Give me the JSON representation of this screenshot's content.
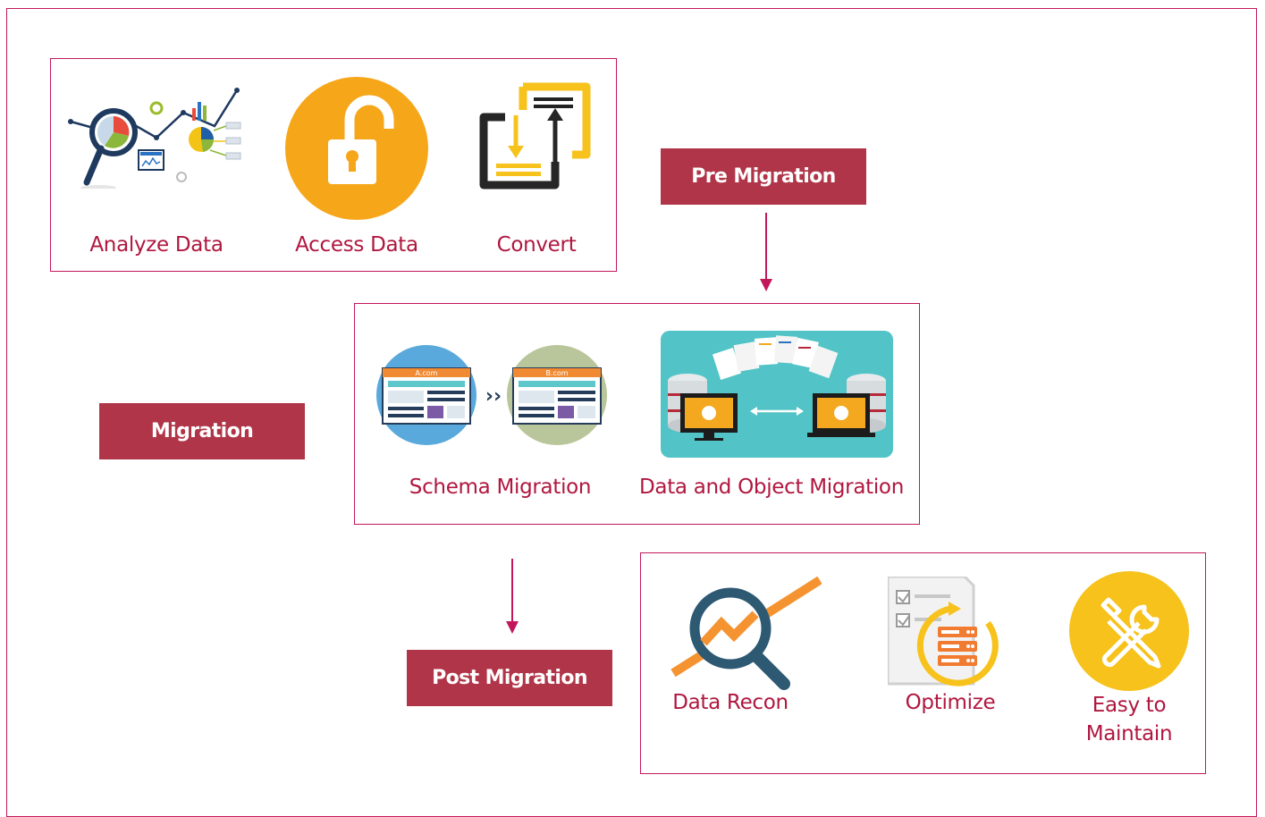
{
  "colors": {
    "accent": "#c2185b",
    "stage_fill": "#b03548",
    "label_text": "#b0173f"
  },
  "stages": {
    "pre_migration": "Pre Migration",
    "migration": "Migration",
    "post_migration": "Post Migration"
  },
  "pre_items": [
    {
      "label": "Analyze Data",
      "icon": "analyze-data-icon"
    },
    {
      "label": "Access Data",
      "icon": "unlock-padlock-icon"
    },
    {
      "label": "Convert",
      "icon": "convert-icon"
    }
  ],
  "migration_items": [
    {
      "label": "Schema Migration",
      "icon": "schema-migration-icon",
      "source_site": "A.com",
      "target_site": "B.com"
    },
    {
      "label": "Data and Object Migration",
      "icon": "data-object-migration-icon"
    }
  ],
  "post_items": [
    {
      "label": "Data Recon",
      "icon": "magnifier-trend-icon"
    },
    {
      "label": "Optimize",
      "icon": "optimize-checklist-icon"
    },
    {
      "label": "Easy to Maintain",
      "icon": "wrench-screwdriver-icon"
    }
  ]
}
